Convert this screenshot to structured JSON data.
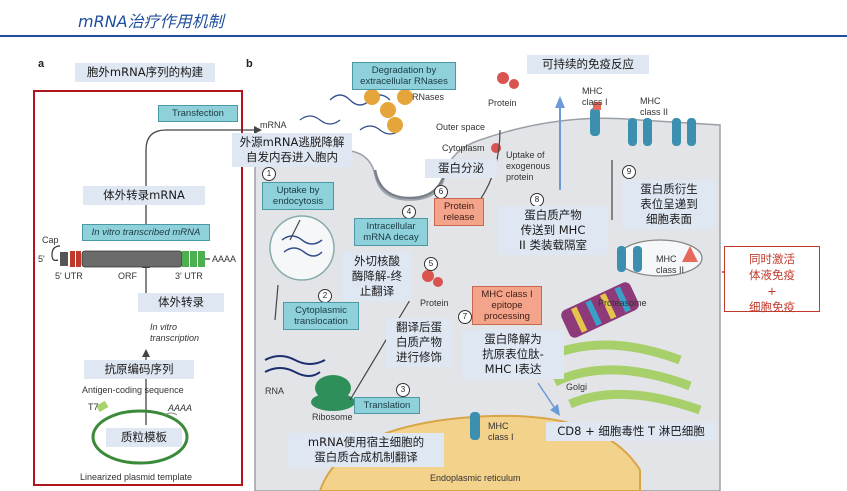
{
  "title": "mRNA治疗作用机制",
  "panel_a": {
    "label": "a",
    "header": "胞外mRNA序列的构建",
    "transfection": "Transfection",
    "mrna_label_cn": "体外转录mRNA",
    "in_vitro_transcribed_mrna": "In vitro transcribed mRNA",
    "cap": "Cap",
    "five_prime": "5'",
    "five_utr": "5' UTR",
    "orf": "ORF",
    "three_utr": "3' UTR",
    "polya": "AAAA",
    "ivt_cn": "体外转录",
    "in_vitro_transcription": "In vitro\ntranscription",
    "antigen_cn": "抗原编码序列",
    "antigen_en": "Antigen-coding sequence",
    "t7": "T7",
    "plasmid_polya": "AAAA",
    "plasmid_cn": "质粒模板",
    "plasmid_en": "Linearized plasmid template"
  },
  "panel_b": {
    "label": "b",
    "degradation": "Degradation by\nextracellular RNases",
    "rnases": "RNases",
    "protein_top": "Protein",
    "sustained_immune": "可持续的免疫反应",
    "mhc1_top": "MHC\nclass I",
    "mhc2_top": "MHC\nclass II",
    "mrna": "mRNA",
    "outer_space": "Outer space",
    "escape_cn": "外源mRNA逃脱降解\n自发内吞进入胞内",
    "cytoplasm": "Cytoplasm",
    "secretion_cn": "蛋白分泌",
    "uptake_exo": "Uptake of\nexogenous\nprotein",
    "uptake_endo": "Uptake by\nendocytosis",
    "protein_release": "Protein\nrelease",
    "transfer_cn": "蛋白质产物\n传送到 MHC\nII 类装载隔室",
    "surface_cn": "蛋白质衍生\n表位呈递到\n细胞表面",
    "intracellular_decay": "Intracellular\nmRNA decay",
    "nuclease_cn": "外切核酸\n酶降解-终\n止翻译",
    "protein_mid": "Protein",
    "mhc2_cell": "MHC\nclass II",
    "proteasome": "Proteasome",
    "cyto_trans": "Cytoplasmic\ntranslocation",
    "mhc1_epitope": "MHC class I\nepitope\nprocessing",
    "ptm_cn": "翻译后蛋\n白质产物\n进行修饰",
    "degrade_cn": "蛋白降解为\n抗原表位肽-\nMHC I表达",
    "rna": "RNA",
    "ribosome": "Ribosome",
    "translation": "Translation",
    "golgi": "Golgi",
    "mhc1_er": "MHC\nclass I",
    "host_cn": "mRNA使用宿主细胞的\n蛋白质合成机制翻译",
    "cd8": "CD8 + 细胞毒性 T 淋巴细胞",
    "er": "Endoplasmic reticulum",
    "n1": "1",
    "n2": "2",
    "n3": "3",
    "n4": "4",
    "n5": "5",
    "n6": "6",
    "n7": "7",
    "n8": "8",
    "n9": "9"
  },
  "result": {
    "line1": "同时激活",
    "line2": "体液免疫",
    "plus": "+",
    "line3": "细胞免疫"
  },
  "colors": {
    "title_blue": "#1f4e9c",
    "frame_red": "#b0161c",
    "teal_box": "#8fd1da",
    "salmon_box": "#f4a48a",
    "cell_gray": "#e2e4e8",
    "cn_label_bg": "#dfe7f3"
  }
}
